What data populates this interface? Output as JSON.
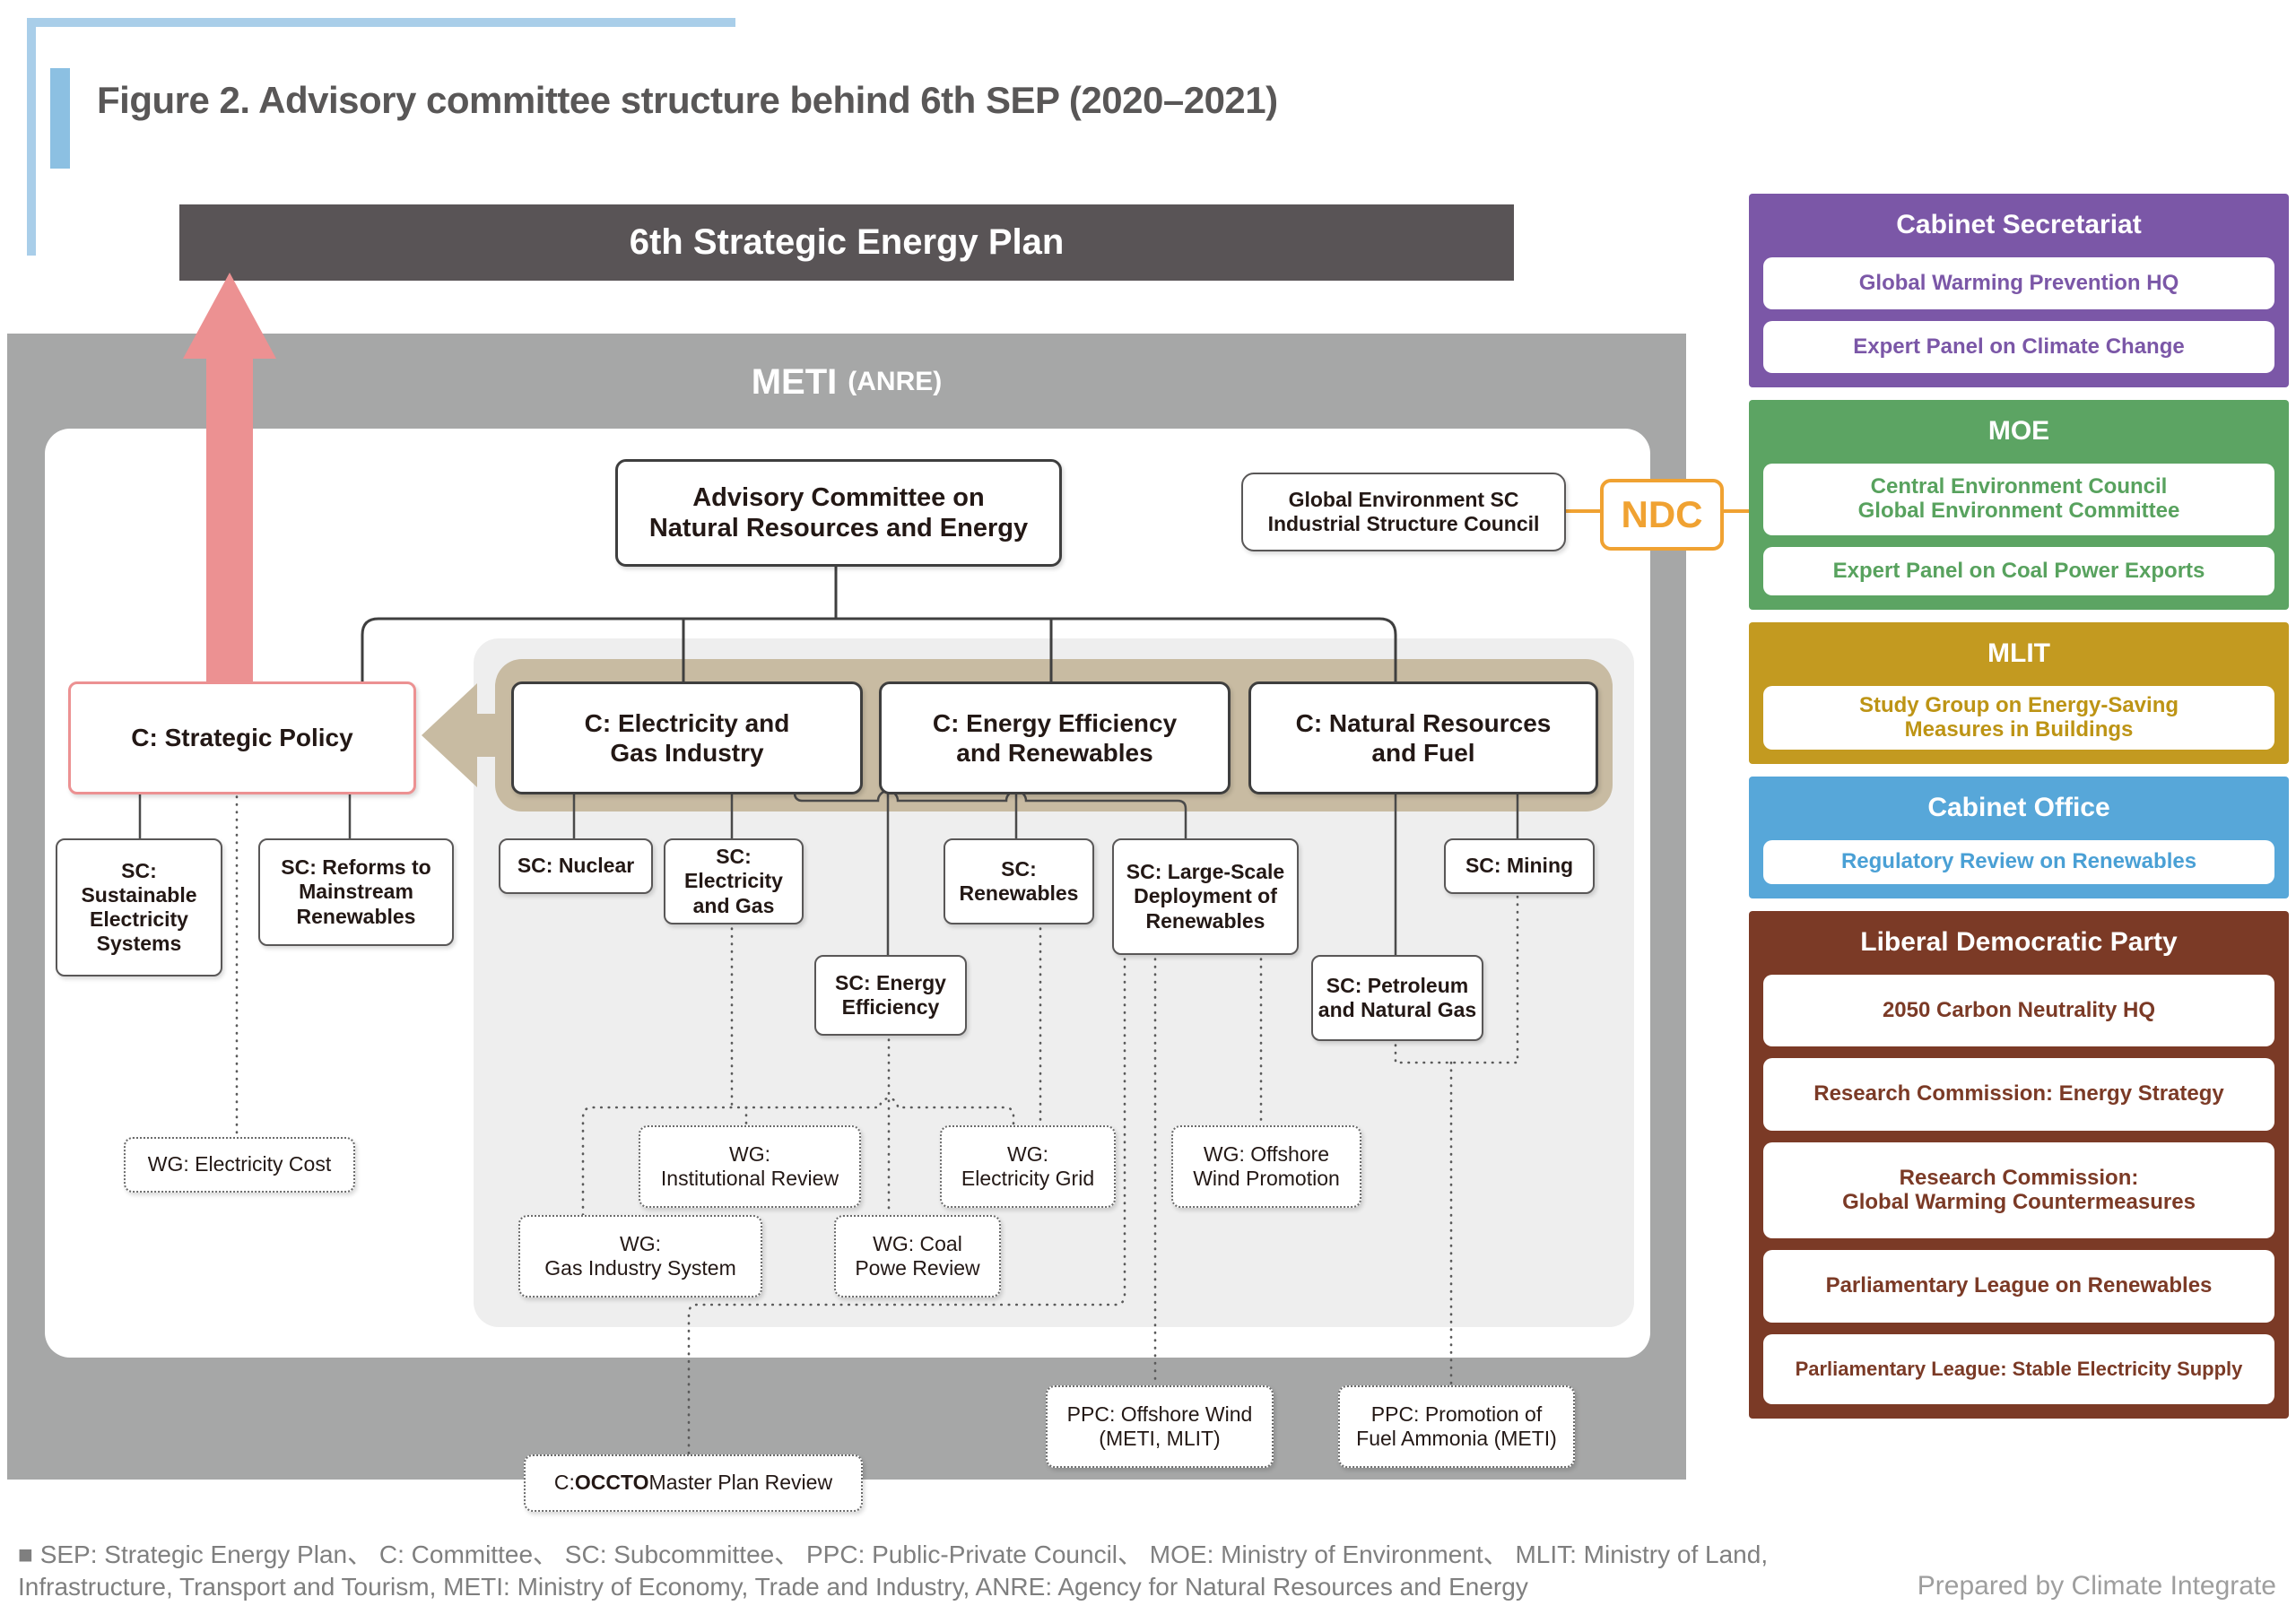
{
  "title": "Figure 2. Advisory committee structure behind 6th SEP (2020–2021)",
  "banner": "6th Strategic Energy Plan",
  "meti": {
    "name": "METI",
    "sub": "(ANRE)"
  },
  "advisory": "Advisory Committee on\nNatural Resources and Energy",
  "global_env": "Global Environment SC\nIndustrial Structure Council",
  "ndc": "NDC",
  "committees": {
    "strategic_policy": "C: Strategic Policy",
    "electricity_gas": "C: Electricity and\nGas Industry",
    "energy_efficiency": "C: Energy Efficiency\nand Renewables",
    "natural_resources": "C: Natural Resources\nand Fuel"
  },
  "subcommittees": {
    "sustainable": "SC:\nSustainable\nElectricity\nSystems",
    "reforms": "SC: Reforms to\nMainstream\nRenewables",
    "nuclear": "SC: Nuclear",
    "electricity_gas": "SC: Electricity\nand Gas",
    "renewables": "SC:\nRenewables",
    "large_scale": "SC: Large-Scale\nDeployment of\nRenewables",
    "mining": "SC: Mining",
    "petroleum": "SC: Petroleum\nand Natural Gas",
    "energy_efficiency": "SC: Energy\nEfficiency"
  },
  "working_groups": {
    "electricity_cost": "WG: Electricity Cost",
    "institutional_review": "WG:\nInstitutional Review",
    "electricity_grid": "WG:\nElectricity Grid",
    "offshore_wind": "WG: Offshore\nWind Promotion",
    "gas_industry": "WG:\nGas Industry System",
    "coal_power": "WG: Coal\nPowe Review"
  },
  "councils": {
    "offshore_wind": "PPC: Offshore Wind\n(METI, MLIT)",
    "fuel_ammonia": "PPC: Promotion of\nFuel Ammonia (METI)"
  },
  "occto": {
    "prefix": "C: ",
    "bold": "OCCTO",
    "suffix": " Master Plan Review"
  },
  "sidebar": {
    "panels": [
      {
        "title": "Cabinet Secretariat",
        "color": "#7b57a7",
        "rows": [
          "Global Warming Prevention HQ",
          "Expert Panel on Climate Change"
        ]
      },
      {
        "title": "MOE",
        "color": "#5ca463",
        "rows": [
          "Central Environment Council\nGlobal Environment Committee",
          "Expert Panel on Coal Power Exports"
        ]
      },
      {
        "title": "MLIT",
        "color": "#c39a20",
        "rows": [
          "Study Group on Energy-Saving\nMeasures in Buildings"
        ]
      },
      {
        "title": "Cabinet Office",
        "color": "#57a7d9",
        "rows": [
          "Regulatory Review on Renewables"
        ]
      },
      {
        "title": "Liberal Democratic Party",
        "color": "#7b3a26",
        "rows": [
          "2050 Carbon Neutrality HQ",
          "Research Commission: Energy Strategy",
          "Research Commission:\nGlobal Warming Countermeasures",
          "Parliamentary League on Renewables",
          "Parliamentary League: Stable Electricity Supply"
        ]
      }
    ]
  },
  "footer": {
    "line1": "■ SEP: Strategic Energy Plan、 C: Committee、 SC: Subcommittee、 PPC: Public-Private Council、 MOE: Ministry of Environment、 MLIT: Ministry of Land,",
    "line2": "Infrastructure, Transport and Tourism, METI: Ministry of Economy, Trade and Industry,  ANRE: Agency for Natural Resources and Energy",
    "credit": "Prepared by Climate Integrate"
  },
  "colors": {
    "accent_frame": "#a9cee9",
    "accent_bar": "#8cc0e2",
    "dark_banner": "#595456",
    "meti_gray": "#a6a7a7",
    "inner_panel": "#eeeeee",
    "tan_group": "#c8bba2",
    "pink_arrow": "#ec9192",
    "ndc_orange": "#f0a232",
    "cabinet_secretariat": "#7b57a7",
    "moe": "#5ca463",
    "mlit": "#c39a20",
    "cabinet_office": "#57a7d9",
    "ldp": "#7b3a26",
    "footer_text": "#7f7f7f"
  }
}
